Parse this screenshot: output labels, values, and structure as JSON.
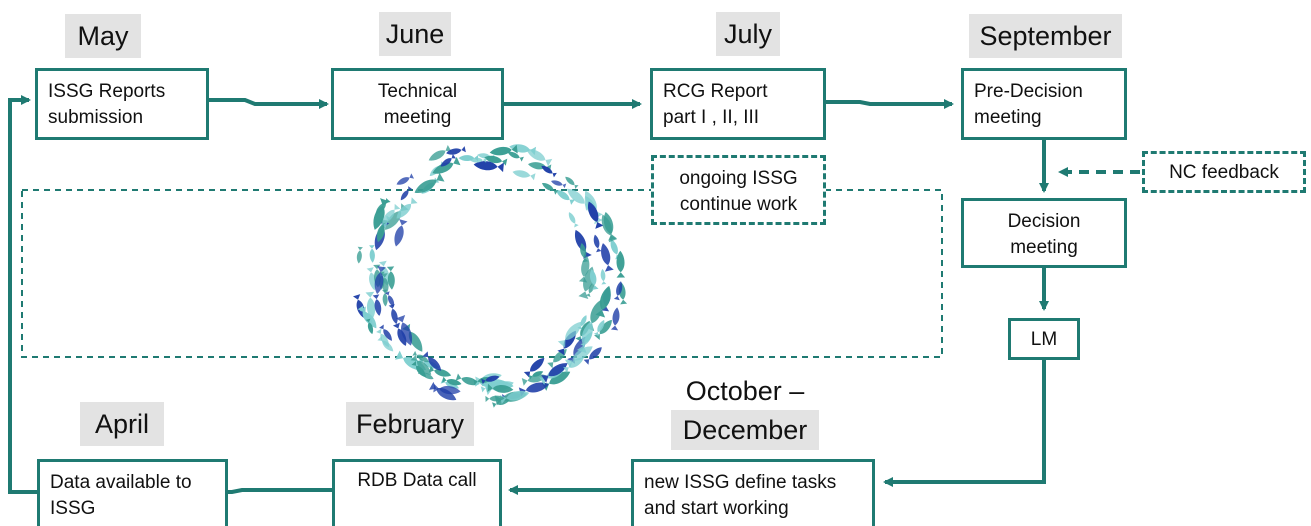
{
  "colors": {
    "box_border": "#1f7a72",
    "arrow": "#1f7a72",
    "month_bg": "#e3e3e3",
    "fish_teal": "#3a9e94",
    "fish_light": "#7fcfd0",
    "fish_blue": "#1f3fa8"
  },
  "months": {
    "may": "May",
    "june": "June",
    "july": "July",
    "september": "September",
    "october_line1": "October –",
    "october_line2": "December",
    "february": "February",
    "april": "April"
  },
  "boxes": {
    "issg_reports": "ISSG Reports\nsubmission",
    "technical_meeting": "Technical\nmeeting",
    "rcg_report": "RCG Report\npart I , II,  III",
    "pre_decision": "Pre-Decision\nmeeting",
    "nc_feedback": "NC feedback",
    "decision_meeting": "Decision\nmeeting",
    "lm": "LM",
    "ongoing_issg": "ongoing ISSG\ncontinue work",
    "new_issg": "new ISSG define tasks\nand start working",
    "rdb_data_call": "RDB Data call",
    "data_available": "Data available to\nISSG"
  },
  "decoration": {
    "fish_circle_icon": "fish-school-circle-icon"
  }
}
